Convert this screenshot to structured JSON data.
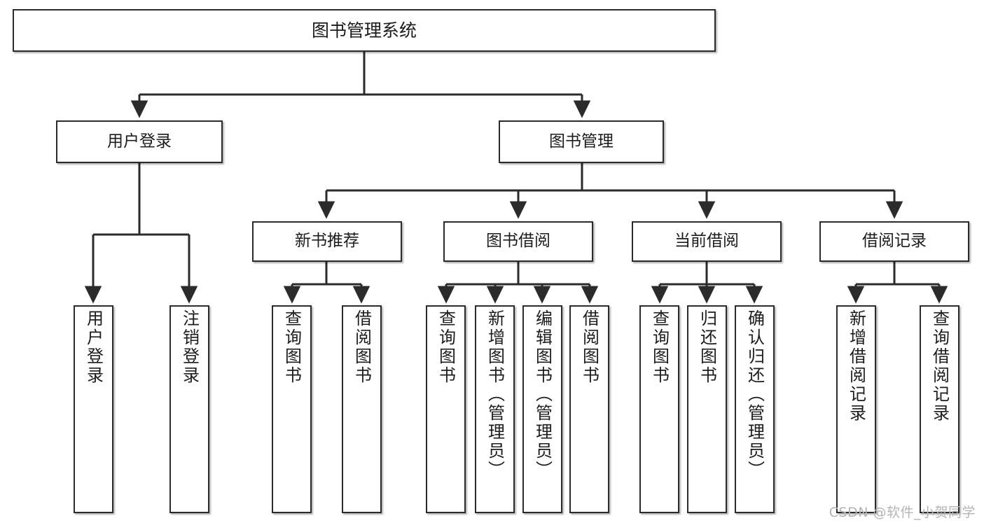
{
  "diagram": {
    "type": "tree-hierarchy",
    "title": "图书管理系统",
    "root": {
      "id": "root",
      "label": "图书管理系统"
    },
    "level2": [
      {
        "id": "user-login",
        "label": "用户登录"
      },
      {
        "id": "book-manage",
        "label": "图书管理"
      }
    ],
    "level3": [
      {
        "id": "new-book-rec",
        "label": "新书推荐",
        "parent": "book-manage"
      },
      {
        "id": "book-borrow",
        "label": "图书借阅",
        "parent": "book-manage"
      },
      {
        "id": "current-borrow",
        "label": "当前借阅",
        "parent": "book-manage"
      },
      {
        "id": "borrow-record",
        "label": "借阅记录",
        "parent": "book-manage"
      }
    ],
    "leaves": [
      {
        "id": "leaf-user-login",
        "label": "用户登录",
        "parent": "user-login"
      },
      {
        "id": "leaf-user-logout",
        "label": "注销登录",
        "parent": "user-login"
      },
      {
        "id": "leaf-rec-query",
        "label": "查询图书",
        "parent": "new-book-rec"
      },
      {
        "id": "leaf-rec-borrow",
        "label": "借阅图书",
        "parent": "new-book-rec"
      },
      {
        "id": "leaf-borrow-query",
        "label": "查询图书",
        "parent": "book-borrow"
      },
      {
        "id": "leaf-borrow-add",
        "label": "新增图书（管理员）",
        "parent": "book-borrow"
      },
      {
        "id": "leaf-borrow-edit",
        "label": "编辑图书（管理员）",
        "parent": "book-borrow"
      },
      {
        "id": "leaf-borrow-lend",
        "label": "借阅图书",
        "parent": "book-borrow"
      },
      {
        "id": "leaf-cur-query",
        "label": "查询图书",
        "parent": "current-borrow"
      },
      {
        "id": "leaf-cur-return",
        "label": "归还图书",
        "parent": "current-borrow"
      },
      {
        "id": "leaf-cur-confirm",
        "label": "确认归还（管理员）",
        "parent": "current-borrow"
      },
      {
        "id": "leaf-rec-add",
        "label": "新增借阅记录",
        "parent": "borrow-record"
      },
      {
        "id": "leaf-rec-query2",
        "label": "查询借阅记录",
        "parent": "borrow-record"
      }
    ]
  },
  "watermark": {
    "text": "CSDN @软件_小贺同学"
  },
  "colors": {
    "stroke": "#2b2b2b",
    "fill": "#ffffff",
    "text": "#1c1c1c",
    "watermark": "#b4b4b4",
    "background": "#ffffff"
  }
}
